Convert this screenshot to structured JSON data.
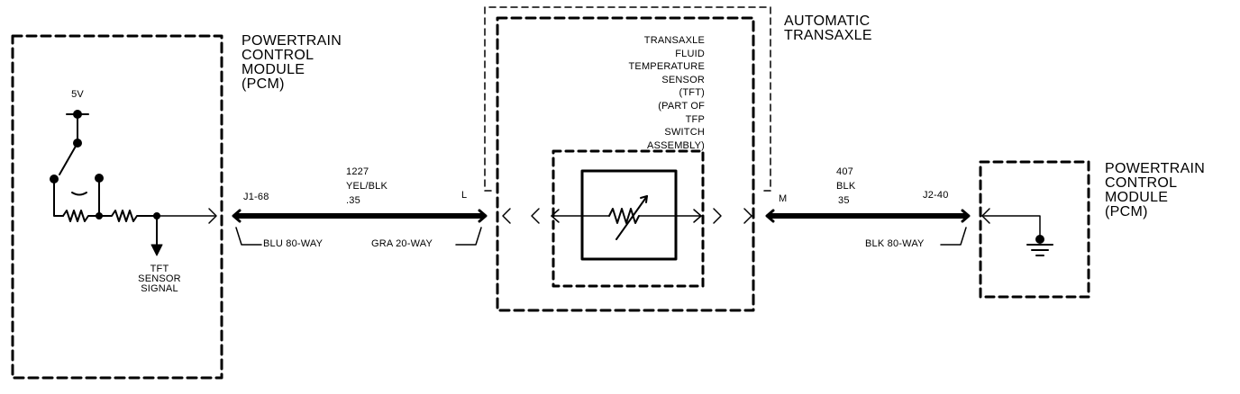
{
  "pcm_left": {
    "title": "POWERTRAIN\nCONTROL\nMODULE\n(PCM)",
    "voltage": "5V",
    "signal_label": "TFT\nSENSOR\nSIGNAL",
    "pin": "J1-68",
    "connector": "BLU 80-WAY"
  },
  "wire_left": {
    "circuit": "1227",
    "color": "YEL/BLK",
    "gauge": ".35"
  },
  "transaxle": {
    "title": "AUTOMATIC\nTRANSAXLE",
    "connector": "GRA 20-WAY",
    "pin_in": "L",
    "pin_out": "M",
    "sensor_label": "TRANSAXLE\nFLUID\nTEMPERATURE\nSENSOR\n(TFT)\n(PART OF\nTFP\nSWITCH\nASSEMBLY)"
  },
  "wire_right": {
    "circuit": "407",
    "color": "BLK",
    "gauge": "35"
  },
  "pcm_right": {
    "title": "POWERTRAIN\nCONTROL\nMODULE\n(PCM)",
    "pin": "J2-40",
    "connector": "BLK 80-WAY"
  }
}
